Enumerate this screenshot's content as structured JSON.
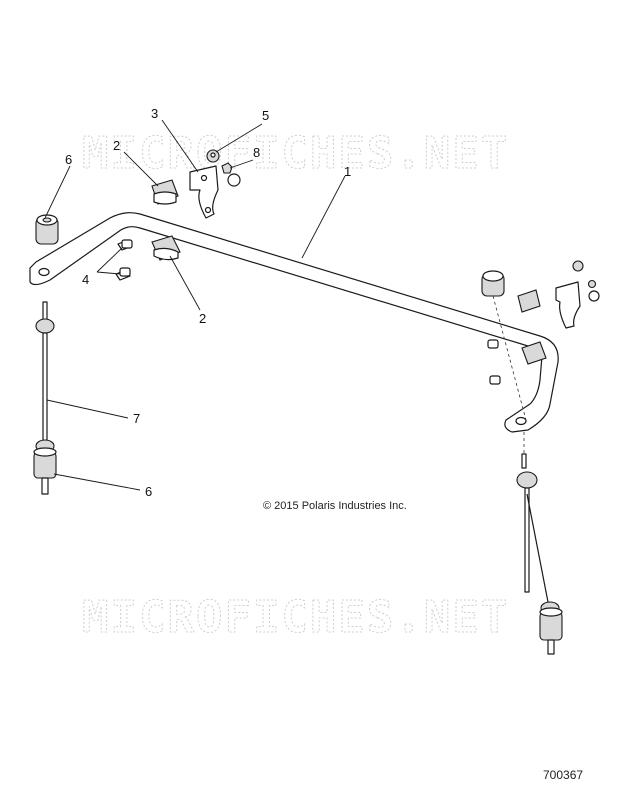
{
  "watermark": {
    "top": "MICROFICHES.NET",
    "bottom": "MICROFICHES.NET"
  },
  "callouts": {
    "c1": "1",
    "c2a": "2",
    "c2b": "2",
    "c3": "3",
    "c4": "4",
    "c5": "5",
    "c6a": "6",
    "c6b": "6",
    "c7": "7",
    "c8": "8"
  },
  "copyright": "© 2015 Polaris Industries Inc.",
  "figure_number": "700367"
}
